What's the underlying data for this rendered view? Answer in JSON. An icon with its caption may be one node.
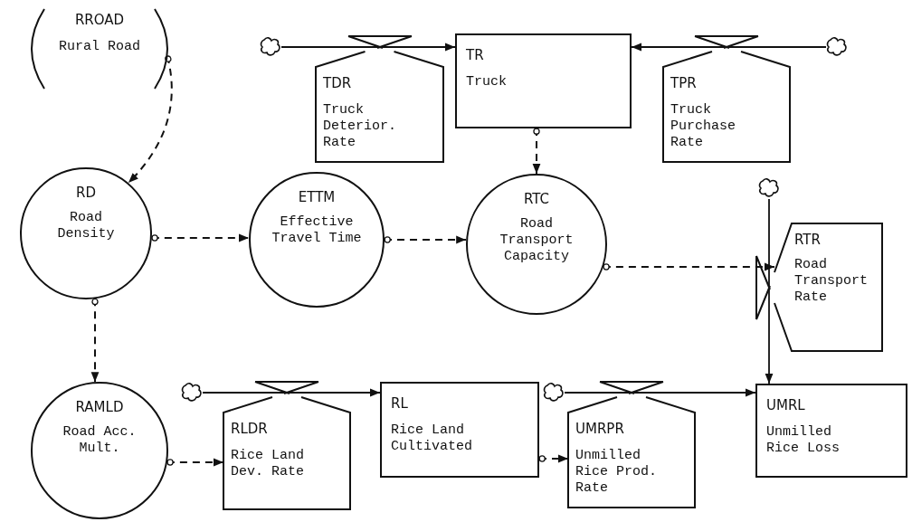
{
  "diagram": {
    "nodes": [
      {
        "text": [
          "RROAD",
          "Rural Road"
        ]
      },
      {
        "text": [],
        "shape": "cloud"
      },
      {
        "text": [
          "TR",
          "Truck"
        ]
      },
      {
        "text": [],
        "shape": "cloud"
      },
      {
        "text": [
          "TDR",
          "Truck Deterior. Rate"
        ]
      },
      {
        "text": [
          "TPR",
          "Truck Purchase Rate"
        ]
      },
      {
        "text": [
          "RD",
          "Road Density"
        ]
      },
      {
        "text": [
          "ETTM",
          "Effective Travel Time"
        ]
      },
      {
        "text": [
          "RTC",
          "Road Transport Capacity"
        ]
      },
      {
        "text": [],
        "shape": "cloud"
      },
      {
        "text": [
          "RTR",
          "Road Transport Rate"
        ]
      },
      {
        "text": [
          "RAMLD",
          "Road Acc. Mult."
        ]
      },
      {
        "text": [],
        "shape": "cloud"
      },
      {
        "text": [
          "RLDR",
          "Rice Land Dev. Rate"
        ]
      },
      {
        "text": [
          "RL",
          "Rice Land Cultivated"
        ]
      },
      {
        "text": [],
        "shape": "cloud"
      },
      {
        "text": [
          "UMRPR",
          "Unmilled Rice Prod. Rate"
        ]
      },
      {
        "text": [
          "UMRL",
          "Unmilled Rice Loss"
        ]
      }
    ],
    "edges": [
      {
        "from": 1,
        "to": 2,
        "arrow": "to"
      },
      {
        "from": 3,
        "to": 2,
        "arrow": "to"
      },
      {
        "from": 9,
        "to": 17,
        "arrow": "to"
      },
      {
        "from": 12,
        "to": 14,
        "arrow": "to"
      },
      {
        "from": 15,
        "to": 17,
        "arrow": "to"
      },
      {
        "from": 0,
        "to": 6,
        "arrow": "to",
        "style": "dashed"
      },
      {
        "from": 6,
        "to": 7,
        "arrow": "to",
        "style": "dashed"
      },
      {
        "from": 7,
        "to": 8,
        "arrow": "to",
        "style": "dashed"
      },
      {
        "from": 2,
        "to": 8,
        "arrow": "to",
        "style": "dashed"
      },
      {
        "from": 8,
        "to": 10,
        "arrow": "to",
        "style": "dashed"
      },
      {
        "from": 6,
        "to": 11,
        "arrow": "to",
        "style": "dashed"
      },
      {
        "from": 11,
        "to": 13,
        "arrow": "to",
        "style": "dashed"
      },
      {
        "from": 14,
        "to": 16,
        "arrow": "to",
        "style": "dashed"
      }
    ]
  }
}
